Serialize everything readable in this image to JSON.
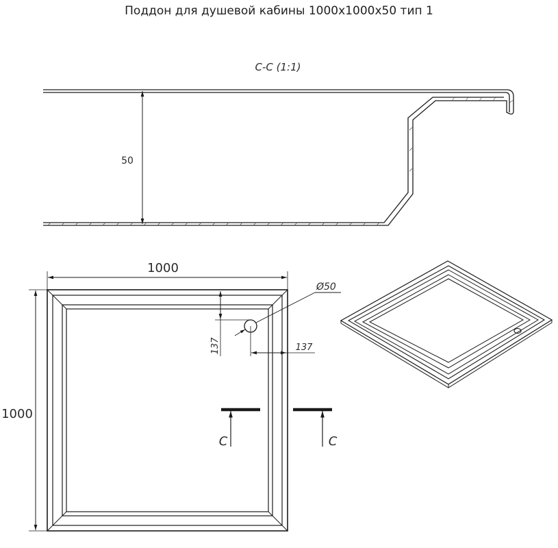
{
  "title": "Поддон для душевой кабины 1000х1000х50 тип 1",
  "section": {
    "label": "C-C (1:1)",
    "height_dim": "50"
  },
  "plan": {
    "width_dim": "1000",
    "height_dim": "1000",
    "drain_diameter": "Ø50",
    "drain_offset_top": "137",
    "drain_offset_right": "137",
    "cut_label_left": "C",
    "cut_label_right": "C"
  }
}
